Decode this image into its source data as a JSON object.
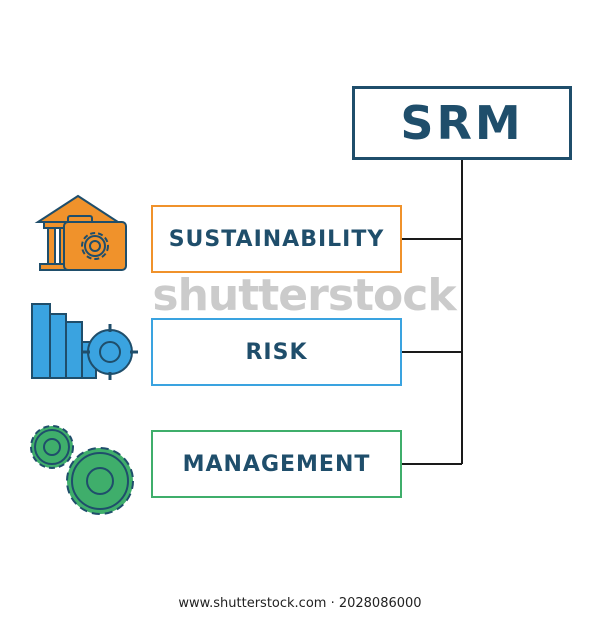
{
  "diagram": {
    "title": "SRM",
    "items": [
      {
        "label": "SUSTAINABILITY",
        "color": "#f0922b",
        "icon": "bank-briefcase-gear-icon"
      },
      {
        "label": "RISK",
        "color": "#3aa3e0",
        "icon": "bar-chart-target-icon"
      },
      {
        "label": "MANAGEMENT",
        "color": "#3fae6b",
        "icon": "gears-icon"
      }
    ],
    "line_color": "#1a1a1a",
    "text_color": "#1f4e6b"
  },
  "watermark": "shutterstock",
  "footer": "www.shutterstock.com · 2028086000"
}
